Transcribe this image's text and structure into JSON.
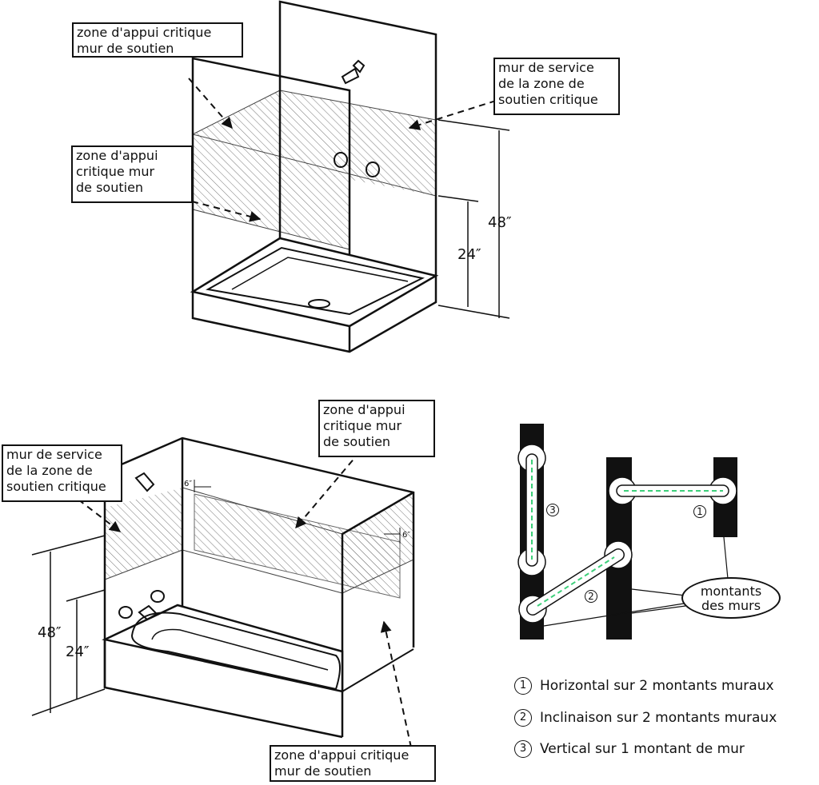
{
  "top_diagram": {
    "label_top_left": "zone d'appui critique\nmur de soutien",
    "label_mid_left": "zone d'appui\ncritique mur\nde soutien",
    "label_right": "mur de service\nde la zone de\nsoutien critique",
    "dim_48": "48″",
    "dim_24": "24″"
  },
  "bottom_diagram": {
    "label_left": "mur de service\nde la zone de\nsoutien critique",
    "label_top": "zone d'appui\ncritique mur\nde soutien",
    "label_bottom": "zone d'appui critique\nmur de soutien",
    "dim_48": "48″",
    "dim_24": "24″",
    "offset_left": "6″",
    "offset_right": "6″"
  },
  "grab_bars": {
    "studs_label": "montants\ndes murs",
    "marker_1": "1",
    "marker_2": "2",
    "marker_3": "3"
  },
  "legend": [
    {
      "num": "1",
      "text": "Horizontal sur 2 montants muraux"
    },
    {
      "num": "2",
      "text": "Inclinaison sur 2 montants muraux"
    },
    {
      "num": "3",
      "text": "Vertical sur 1 montant de mur"
    }
  ]
}
